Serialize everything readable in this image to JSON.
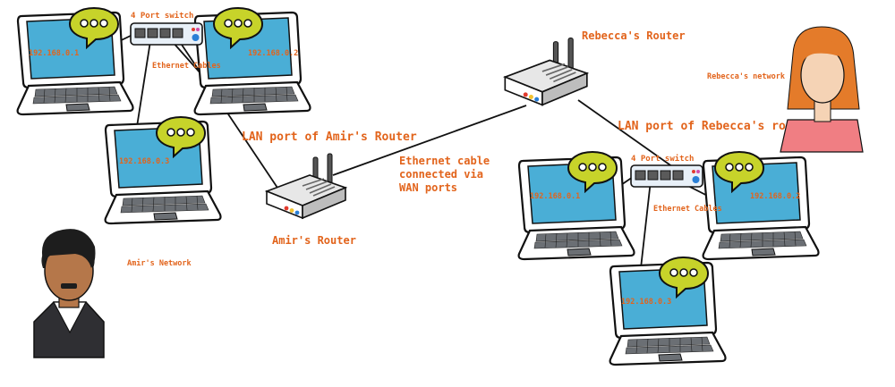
{
  "labels": {
    "switch_left": "4 Port switch",
    "cables_left": "Ethernet Cables",
    "lan_amir": "LAN port of Amir's Router",
    "amir_router": "Amir's Router",
    "amir_network": "Amir's Network",
    "rebecca_router": "Rebecca's Router",
    "rebecca_network": "Rebecca's network",
    "lan_rebecca": "LAN port of Rebecca's router",
    "wan_line1": "Ethernet cable",
    "wan_line2": "connected via",
    "wan_line3": "WAN ports",
    "switch_right": "4 Port switch",
    "cables_right": "Ethernet Cables"
  },
  "laptops": {
    "amir": [
      "192.168.0.1",
      "192.168.0.2",
      "192.168.0.3"
    ],
    "rebecca": [
      "192.168.0.1",
      "192.168.0.2",
      "192.168.0.3"
    ]
  },
  "icons": [
    "laptop-icon",
    "speech-bubble-icon",
    "switch-icon",
    "router-icon",
    "person-icon"
  ],
  "colors": {
    "label": "#e2641c",
    "screen": "#4aaed6",
    "bubble": "#c7d32a",
    "router_body": "#bdbdbd",
    "skin_amir": "#b5774a",
    "hair_rebecca": "#e47b2a",
    "shirt_rebecca": "#f07e83"
  }
}
